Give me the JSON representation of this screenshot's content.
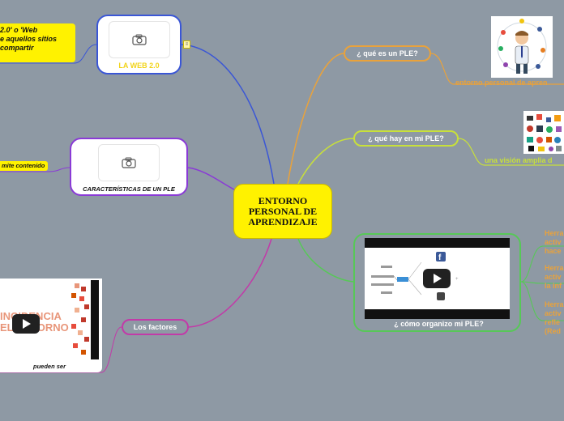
{
  "central": {
    "label": "ENTORNO PERSONAL DE APRENDIZAJE"
  },
  "colors": {
    "background": "#8e99a4",
    "central": "#fff200",
    "orange": "#e9a23b",
    "yellow_green": "#c8e03a",
    "green": "#57c857",
    "blue": "#3a56d6",
    "purple": "#8a3ad6",
    "magenta": "#c23aa8"
  },
  "branches": {
    "que_es": {
      "label": "¿ qué es un PLE?",
      "child": "entorno personal de apren"
    },
    "que_hay": {
      "label": "¿ qué hay en mi PLE?",
      "child": "una visión amplia d"
    },
    "como": {
      "video_title": "¿ cómo organizo mi PLE?",
      "children": [
        {
          "lines": [
            "Herra",
            "activ",
            "hace"
          ]
        },
        {
          "lines": [
            "Herra",
            "activ",
            "la inf"
          ]
        },
        {
          "lines": [
            "Herra",
            "activ",
            "refle",
            "(Red"
          ]
        }
      ]
    },
    "web20": {
      "label": "LA WEB 2.0",
      "note_lines": [
        "2.0' o 'Web",
        "e aquellos sitios",
        "compartir"
      ]
    },
    "caracteristicas": {
      "label": "CARACTERÍSTICAS DE UN PLE",
      "note": "mite contenido"
    },
    "factores": {
      "label": "Los factores",
      "child": "pueden ser",
      "video_text_lines": [
        "INCIDENCIA",
        "EL ENTORNO"
      ]
    }
  },
  "icons": {
    "camera": "camera-icon",
    "play": "play-icon",
    "note": "note-icon",
    "avatar": "person-avatar-icon",
    "facebook": "facebook-icon",
    "instagram": "instagram-icon"
  }
}
